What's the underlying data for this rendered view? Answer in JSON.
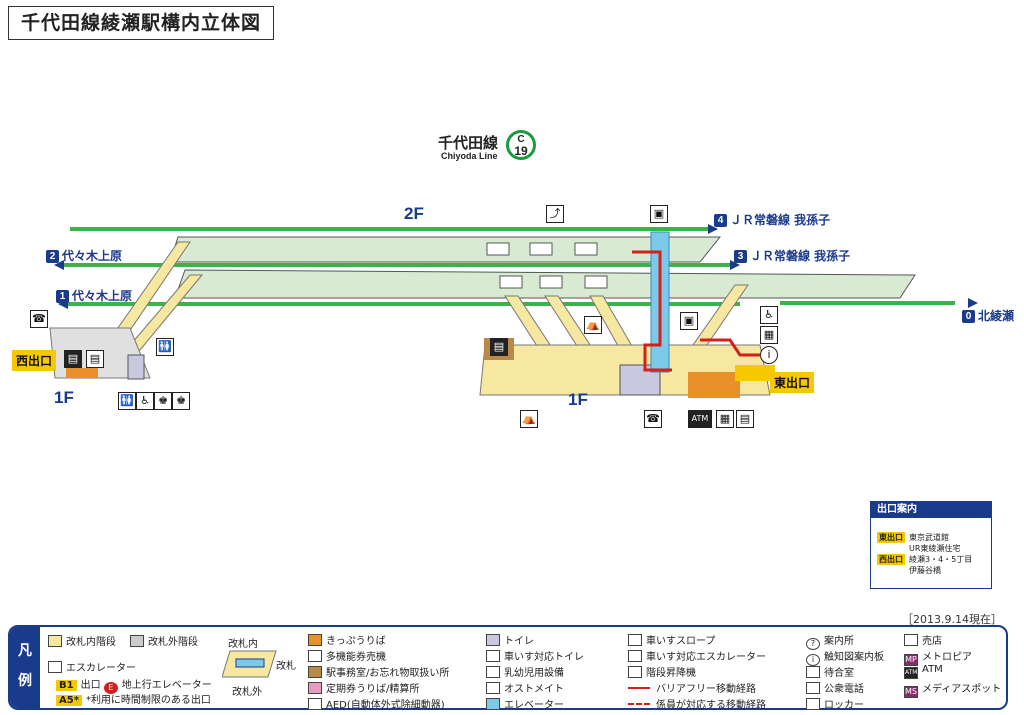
{
  "title": "千代田線綾瀬駅構内立体図",
  "line": {
    "name": "千代田線",
    "roman": "Chiyoda Line",
    "badge_letter": "C",
    "badge_number": "19",
    "color": "#1a9b3c"
  },
  "floors": {
    "upper": "2F",
    "lower_left": "1F",
    "lower_right": "1F"
  },
  "directions": {
    "d4": {
      "num": "4",
      "text": "ＪＲ常磐線 我孫子"
    },
    "d3": {
      "num": "3",
      "text": "ＪＲ常磐線 我孫子"
    },
    "d2": {
      "num": "2",
      "text": "代々木上原"
    },
    "d1": {
      "num": "1",
      "text": "代々木上原"
    },
    "d0": {
      "num": "0",
      "text": "北綾瀬"
    }
  },
  "exits": {
    "west": "西出口",
    "east": "東出口"
  },
  "icons": {
    "atm": "ATM",
    "phone": "☎",
    "info": "i",
    "wheelchair": "♿",
    "elevator": "▣",
    "ticket": "▤",
    "toilet": "🚻",
    "nursing": "♚",
    "locker": "▦",
    "seat": "⛺",
    "escalator_ramp": "⤴"
  },
  "date": "［2013.9.14現在］",
  "exit_guide": {
    "header": "出口案内",
    "rows": [
      {
        "tag": "東出口",
        "lines": [
          "東京武道館",
          "UR東綾瀬住宅"
        ]
      },
      {
        "tag": "西出口",
        "lines": [
          "綾瀬3・4・5丁目",
          "伊藤谷橋"
        ]
      }
    ]
  },
  "legend": {
    "char1": "凡",
    "char2": "例",
    "items": {
      "stairs_in": "改札内階段",
      "stairs_out": "改札外階段",
      "escalator": "エスカレーター",
      "exit_b1": "B1",
      "exit": "出口",
      "elev_e": "E",
      "ground_elev": "地上行エレベーター",
      "exit_a5": "A5*",
      "limited_exit": "*利用に時間制限のある出口",
      "gate_in": "改札内",
      "gate": "改札",
      "gate_out": "改札外",
      "ticket_gate": "きっぷうりば",
      "multi_ticket": "多機能券売機",
      "office": "駅事務室/お忘れ物取扱い所",
      "commuter": "定期券うりば/精算所",
      "aed": "AED(自動体外式除細動器)",
      "toilet": "トイレ",
      "wc_toilet": "車いす対応トイレ",
      "nursing": "乳幼児用設備",
      "ostomate": "オストメイト",
      "elevator": "エレベーター",
      "wc_ramp": "車いすスロープ",
      "wc_escalator": "車いす対応エスカレーター",
      "stair_lift": "階段昇降機",
      "barrier_free": "バリアフリー移動経路",
      "staff_route": "係員が対応する移動経路",
      "info_desk": "案内所",
      "tactile_map": "触知図案内板",
      "waiting": "待合室",
      "phone": "公衆電話",
      "locker": "ロッカー",
      "shop": "売店",
      "metropia": "メトロピア",
      "atm": "ATM",
      "media": "メディアスポット",
      "code_mp": "MP",
      "code_atm": "ATM",
      "code_ms": "MS"
    }
  },
  "colors": {
    "platform": "#d9ead3",
    "concourse": "#f6e7a1",
    "track": "#3cb34a",
    "accent": "#1a3a8a",
    "barrier_free": "#d0211b",
    "exit_yellow": "#f5c800",
    "elevator": "#7dc9ea"
  }
}
